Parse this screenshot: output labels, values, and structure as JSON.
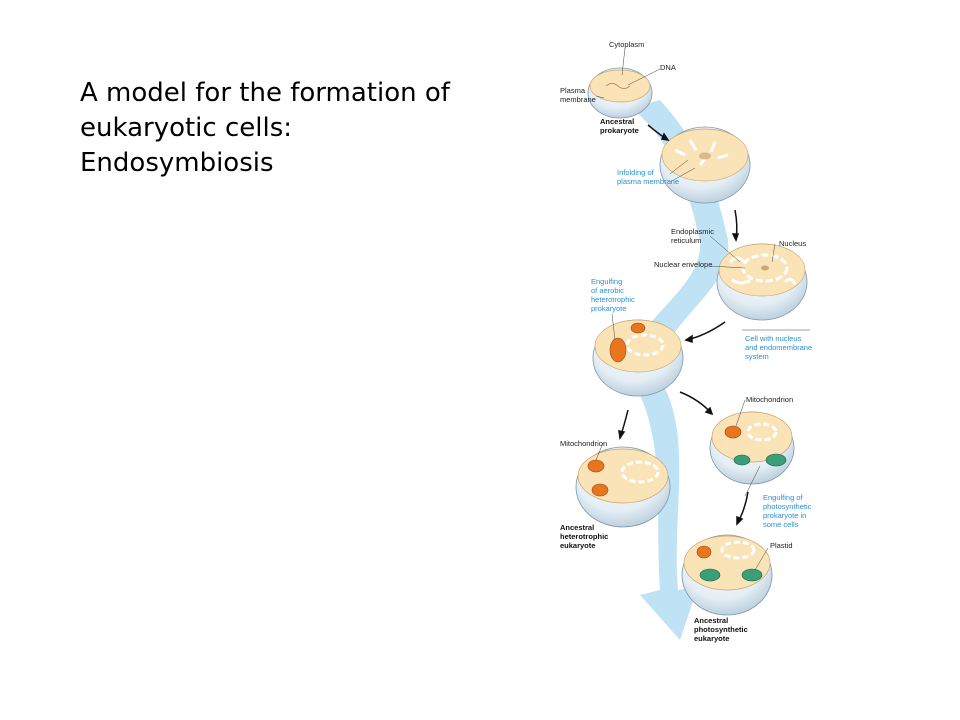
{
  "slide": {
    "title_lines": [
      "A model for the formation of",
      "eukaryotic cells:",
      "Endosymbiosis"
    ]
  },
  "diagram": {
    "labels": {
      "cytoplasm": "Cytoplasm",
      "dna": "DNA",
      "plasma_membrane": [
        "Plasma",
        "membrane"
      ],
      "ancestral_prokaryote": [
        "Ancestral",
        "prokaryote"
      ],
      "infolding": [
        "Infolding of",
        "plasma membrane"
      ],
      "er": [
        "Endoplasmic",
        "reticulum"
      ],
      "nucleus": "Nucleus",
      "nuclear_envelope": "Nuclear envelope",
      "cell_with_nucleus": [
        "Cell with nucleus",
        "and endomembrane",
        "system"
      ],
      "engulfing_aerobic": [
        "Engulfing",
        "of aerobic",
        "heterotrophic",
        "prokaryote"
      ],
      "mitochondrion_right": "Mitochondrion",
      "mitochondrion_left": "Mitochondrion",
      "ancestral_heterotrophic": [
        "Ancestral",
        "heterotrophic",
        "eukaryote"
      ],
      "engulfing_photosynthetic": [
        "Engulfing of",
        "photosynthetic",
        "prokaryote in",
        "some cells"
      ],
      "plastid": "Plastid",
      "ancestral_photosynthetic": [
        "Ancestral",
        "photosynthetic",
        "eukaryote"
      ]
    },
    "colors": {
      "arrow_band": "#bfe3f5",
      "cytoplasm": "#fbe3b8",
      "cell_body": "#d8e8f2",
      "mitochondrion": "#e8761e",
      "plastid": "#3a9e78",
      "label_blue": "#2b8fd0"
    }
  }
}
